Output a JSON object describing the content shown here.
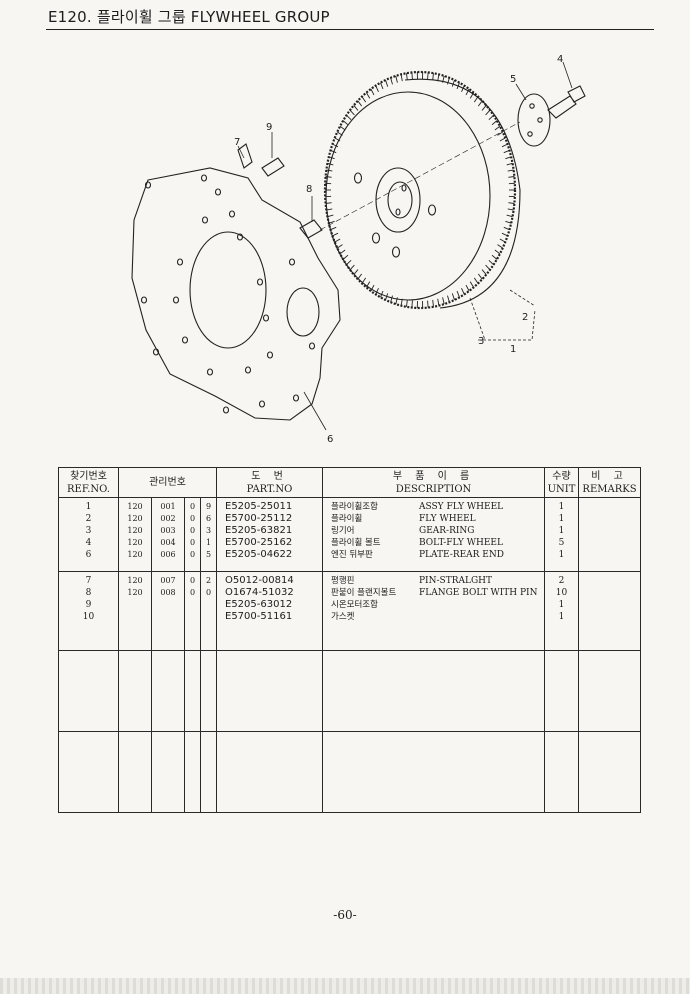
{
  "header": {
    "title": "E120. 플라이휠 그룹 FLYWHEEL GROUP"
  },
  "diagram": {
    "callouts": [
      "1",
      "2",
      "3",
      "4",
      "5",
      "6",
      "7",
      "8",
      "9"
    ]
  },
  "table": {
    "headers": {
      "ref_ko": "찾기번호",
      "ref_en": "REF.NO.",
      "mgr": "관리번호",
      "part_ko": "도 번",
      "part_en": "PART.NO",
      "desc_ko": "부 품 이 름",
      "desc_en": "DESCRIPTION",
      "unit_ko": "수량",
      "unit_en": "UNIT",
      "rem_ko": "비 고",
      "rem_en": "REMARKS"
    },
    "groups": [
      [
        {
          "ref": "1",
          "m1": "120",
          "m2": "001",
          "m3": "0",
          "m4": "9",
          "part": "E5205-25011",
          "ko": "플라이휠조합",
          "en": "ASSY FLY WHEEL",
          "unit": "1"
        },
        {
          "ref": "2",
          "m1": "120",
          "m2": "002",
          "m3": "0",
          "m4": "6",
          "part": "E5700-25112",
          "ko": "플라이휠",
          "en": "FLY WHEEL",
          "unit": "1"
        },
        {
          "ref": "3",
          "m1": "120",
          "m2": "003",
          "m3": "0",
          "m4": "3",
          "part": "E5205-63821",
          "ko": "링기어",
          "en": "GEAR-RING",
          "unit": "1"
        },
        {
          "ref": "4",
          "m1": "120",
          "m2": "004",
          "m3": "0",
          "m4": "1",
          "part": "E5700-25162",
          "ko": "플라이휠 볼트",
          "en": "BOLT-FLY WHEEL",
          "unit": "5"
        },
        {
          "ref": "6",
          "m1": "120",
          "m2": "006",
          "m3": "0",
          "m4": "5",
          "part": "E5205-04622",
          "ko": "엔진 뒤부판",
          "en": "PLATE-REAR END",
          "unit": "1"
        }
      ],
      [
        {
          "ref": "7",
          "m1": "120",
          "m2": "007",
          "m3": "0",
          "m4": "2",
          "part": "O5012-00814",
          "ko": "평행핀",
          "en": "PIN-STRALGHT",
          "unit": "2"
        },
        {
          "ref": "8",
          "m1": "120",
          "m2": "008",
          "m3": "0",
          "m4": "0",
          "part": "O1674-51032",
          "ko": "판붙이 플랜지볼트",
          "en": "FLANGE BOLT WITH PIN",
          "unit": "10"
        },
        {
          "ref": "9",
          "m1": "",
          "m2": "",
          "m3": "",
          "m4": "",
          "part": "E5205-63012",
          "ko": "시온모터조합",
          "en": "",
          "unit": "1"
        },
        {
          "ref": "10",
          "m1": "",
          "m2": "",
          "m3": "",
          "m4": "",
          "part": "E5700-51161",
          "ko": "가스켓",
          "en": "",
          "unit": "1"
        }
      ]
    ]
  },
  "page_number": "-60-"
}
